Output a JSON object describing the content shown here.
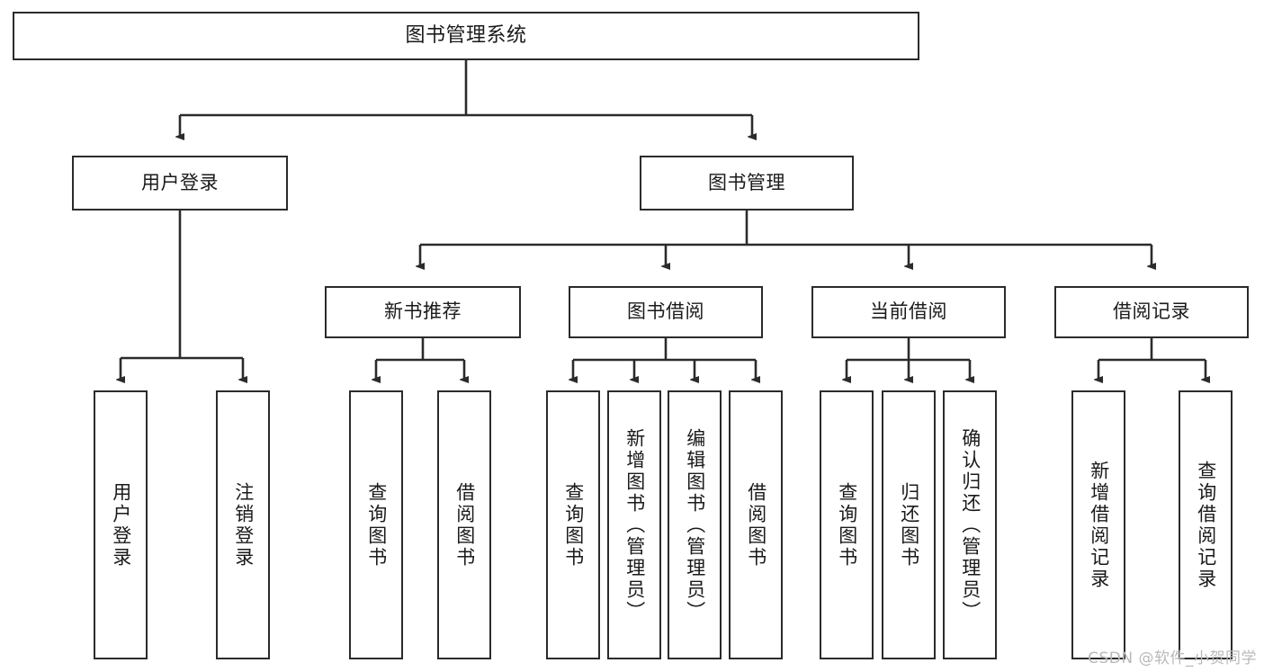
{
  "diagram": {
    "title": "图书管理系统",
    "type": "tree-hierarchy-diagram",
    "colors": {
      "box_border": "#2b2b2b",
      "box_fill": "#ffffff",
      "connector": "#2b2b2b",
      "text": "#1a1a1a",
      "watermark": "#b9b9b9"
    },
    "root": {
      "label": "图书管理系统"
    },
    "level2": [
      {
        "label": "用户登录"
      },
      {
        "label": "图书管理"
      }
    ],
    "level3": [
      {
        "label": "新书推荐"
      },
      {
        "label": "图书借阅"
      },
      {
        "label": "当前借阅"
      },
      {
        "label": "借阅记录"
      }
    ],
    "leaves": {
      "user_login": [
        {
          "label": "用户登录"
        },
        {
          "label": "注销登录"
        }
      ],
      "new_book_recommend": [
        {
          "label": "查询图书"
        },
        {
          "label": "借阅图书"
        }
      ],
      "book_borrow": [
        {
          "label": "查询图书"
        },
        {
          "label": "新增图书（管理员）"
        },
        {
          "label": "编辑图书（管理员）"
        },
        {
          "label": "借阅图书"
        }
      ],
      "current_borrow": [
        {
          "label": "查询图书"
        },
        {
          "label": "归还图书"
        },
        {
          "label": "确认归还（管理员）"
        }
      ],
      "borrow_record": [
        {
          "label": "新增借阅记录"
        },
        {
          "label": "查询借阅记录"
        }
      ]
    }
  },
  "watermark": {
    "text": "CSDN @软件_小贺同学"
  }
}
